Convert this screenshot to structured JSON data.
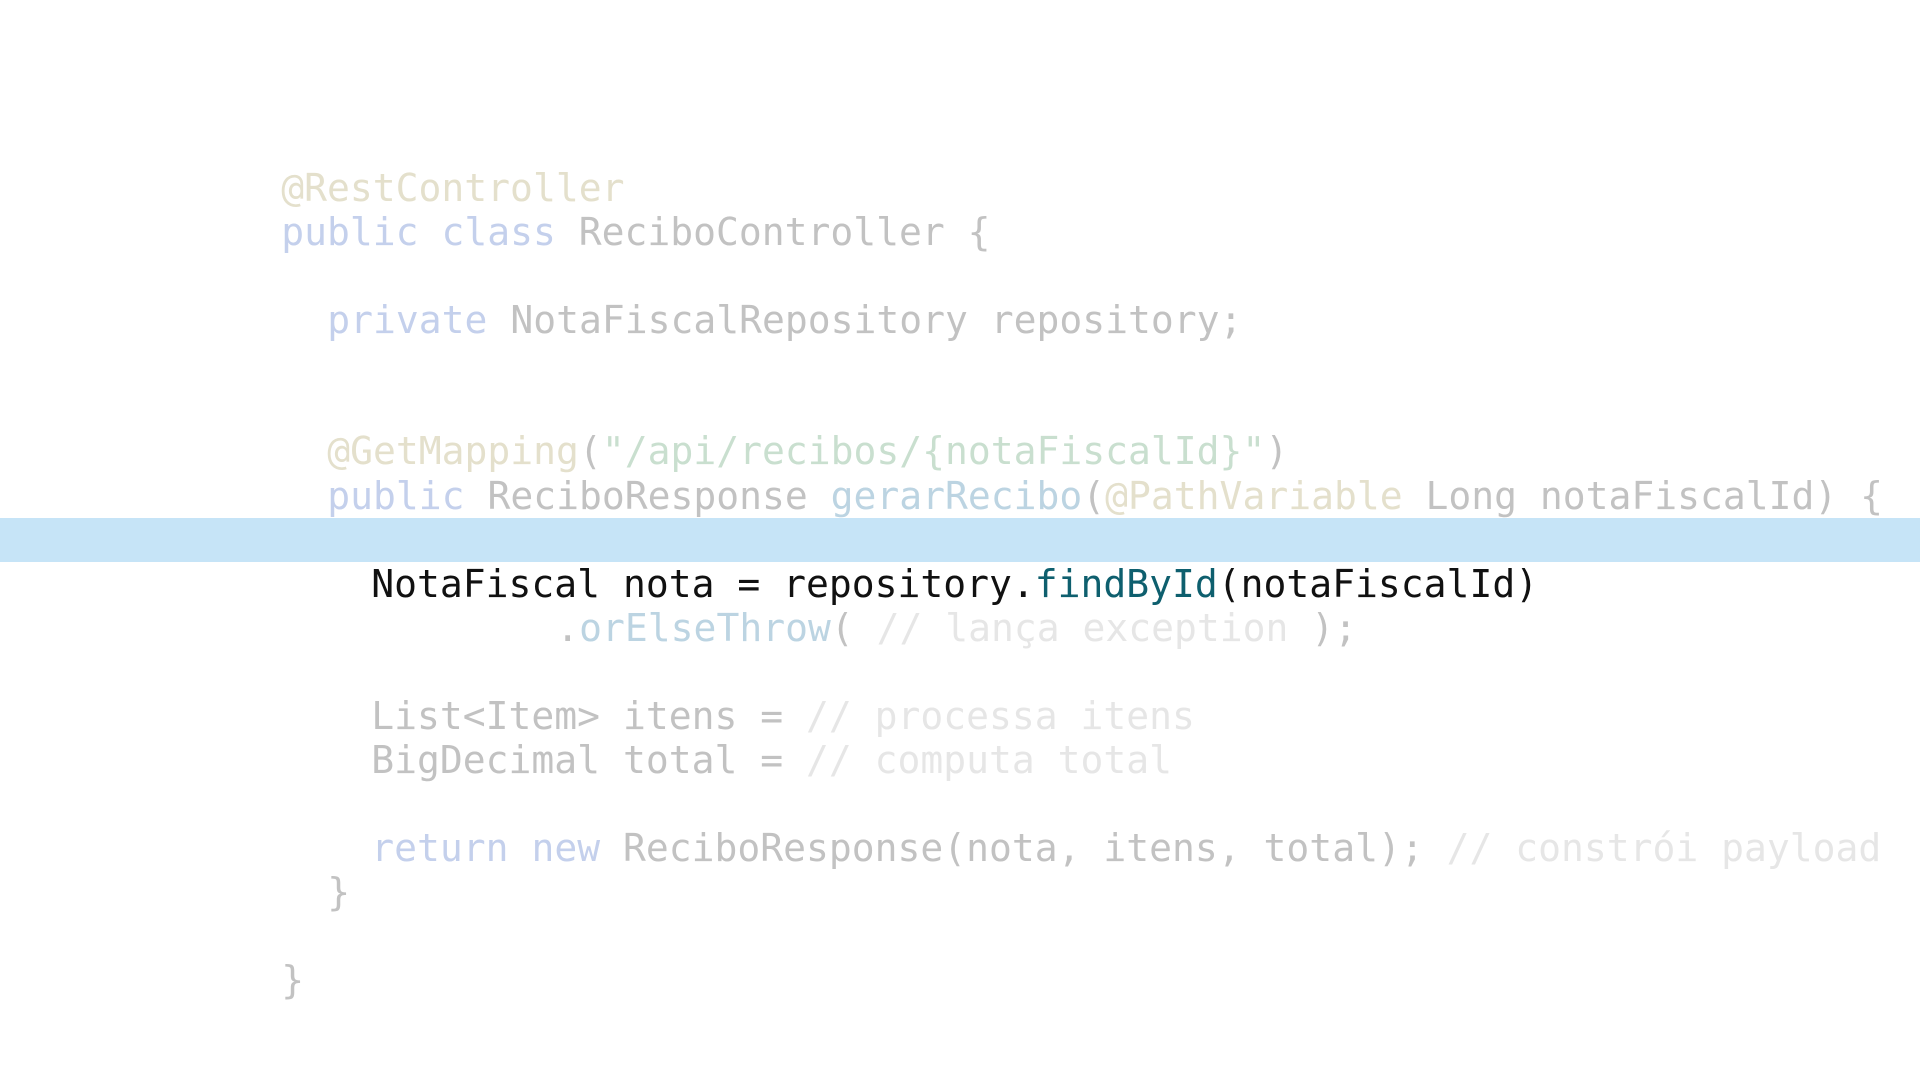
{
  "code": {
    "line_1": {
      "t1": "@RestController"
    },
    "line_2": {
      "t1": "public",
      "t2": " ",
      "t3": "class",
      "t4": " ReciboController {"
    },
    "line_3": {
      "t1": "private",
      "t2": " NotaFiscalRepository repository;"
    },
    "line_4": {
      "t1": "@GetMapping",
      "t2": "(",
      "t3": "\"/api/recibos/{notaFiscalId}\"",
      "t4": ")"
    },
    "line_5": {
      "t1": "public",
      "t2": " ReciboResponse ",
      "t3": "gerarRecibo",
      "t4": "(",
      "t5": "@PathVariable",
      "t6": " Long notaFiscalId) {"
    },
    "line_6": {
      "t1": "NotaFiscal nota = repository.",
      "t2": "findById",
      "t3": "(notaFiscalId)"
    },
    "line_7": {
      "t1": ".",
      "t2": "orElseThrow",
      "t3": "( ",
      "t4": "// lança exception",
      "t5": " );"
    },
    "line_8": {
      "t1": "List<Item> itens = ",
      "t2": "// processa itens"
    },
    "line_9": {
      "t1": "BigDecimal total = ",
      "t2": "// computa total"
    },
    "line_10": {
      "t1": "return",
      "t2": " ",
      "t3": "new",
      "t4": " ReciboResponse(nota, itens, total); ",
      "t5": "// constrói payload"
    },
    "line_11": {
      "t1": "}"
    },
    "line_12": {
      "t1": "}"
    }
  },
  "colors": {
    "highlight_background": "#c6e4f7",
    "focused_text": "#111111",
    "focused_method": "#0e5f6e",
    "dimmed_keyword": "#c4d0ec",
    "dimmed_annotation": "#e4e0cc",
    "dimmed_string": "#c9dfcf",
    "dimmed_method": "#bcd4e2",
    "dimmed_comment": "#e6e6e6",
    "dimmed_text": "#c2c2c2"
  }
}
